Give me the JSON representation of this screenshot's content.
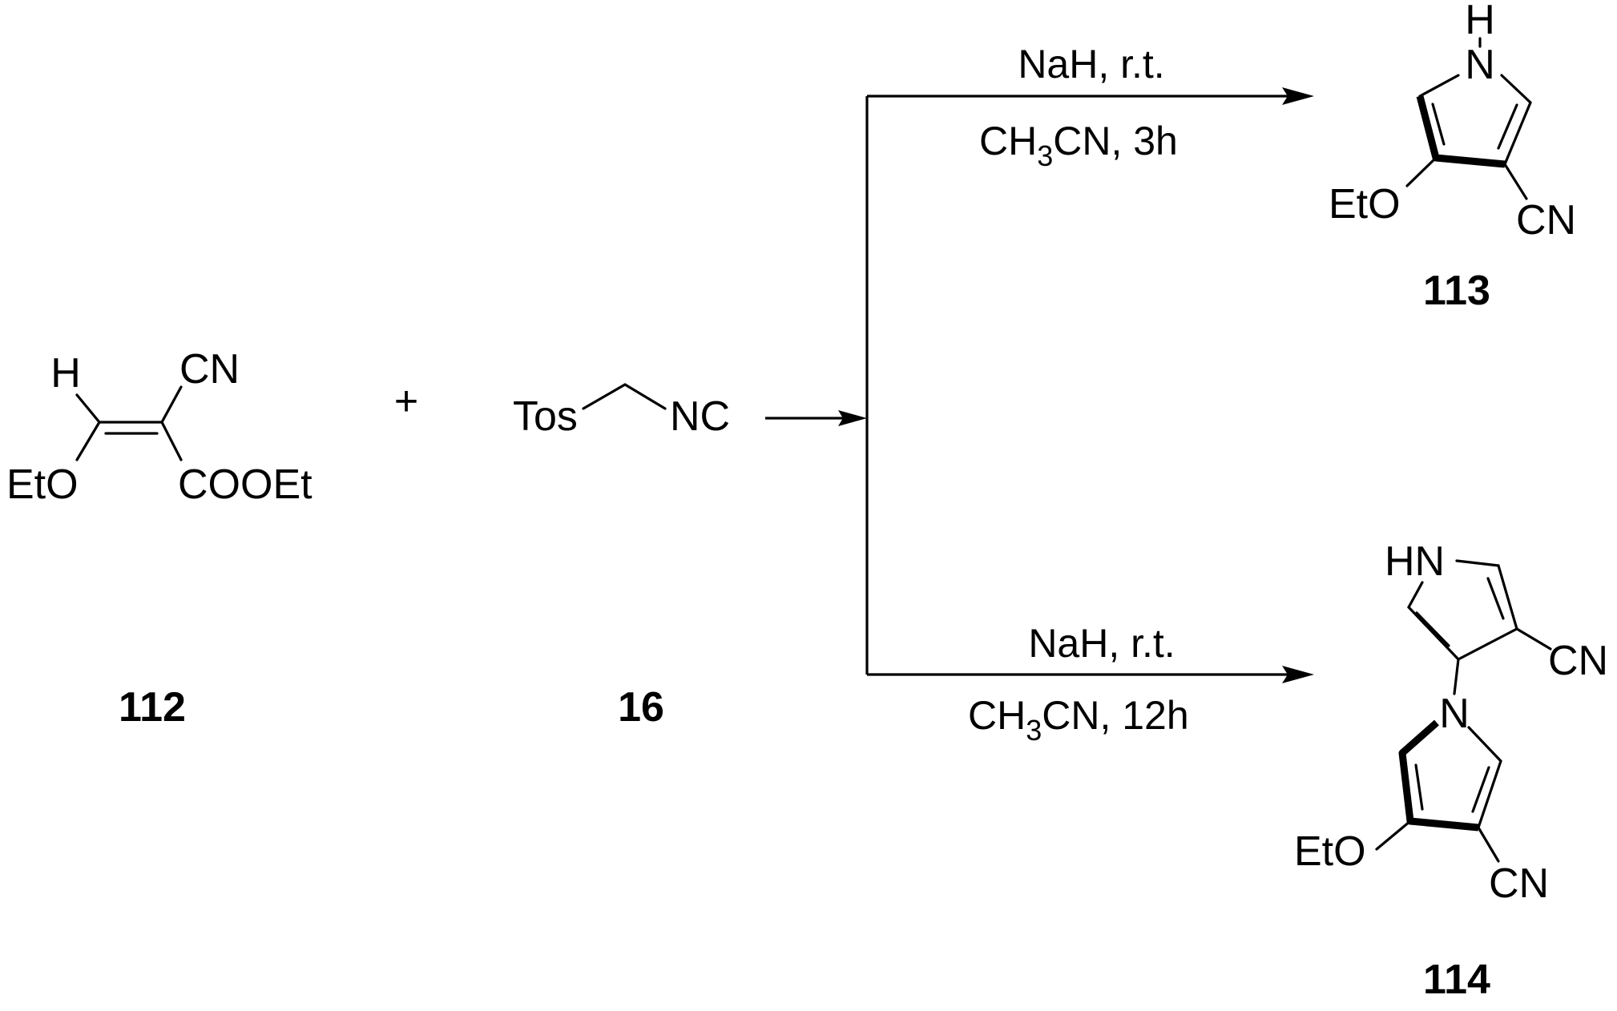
{
  "reactant_112": {
    "h": "H",
    "cn": "CN",
    "eto": "EtO",
    "cooet": "COOEt",
    "label": "112"
  },
  "plus": "+",
  "reactant_16": {
    "tos": "Tos",
    "nc": "NC",
    "label": "16"
  },
  "arrow_upper": {
    "reagent": "NaH, r.t.",
    "solvent_prefix": "CH",
    "solvent_sub": "3",
    "solvent_suffix": "CN, 3h"
  },
  "arrow_lower": {
    "reagent": "NaH, r.t.",
    "solvent_prefix": "CH",
    "solvent_sub": "3",
    "solvent_suffix": "CN, 12h"
  },
  "product_113": {
    "nh_h": "H",
    "nh_n": "N",
    "eto": "EtO",
    "cn": "CN",
    "label": "113"
  },
  "product_114": {
    "hn": "HN",
    "cn_top": "CN",
    "n": "N",
    "eto": "EtO",
    "cn_bottom": "CN",
    "label": "114"
  }
}
